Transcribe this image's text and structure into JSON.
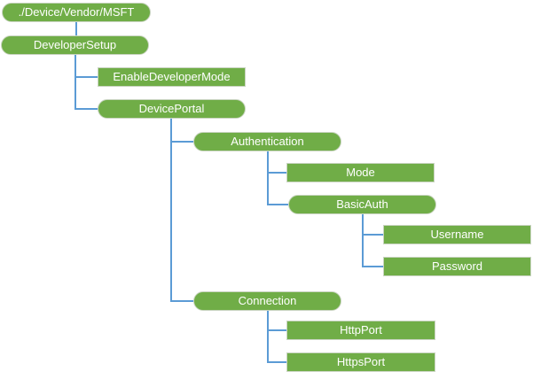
{
  "diagram": {
    "type": "tree",
    "colors": {
      "node_fill": "#70AD47",
      "node_border": "#C9D4C1",
      "node_text": "#FFFFFF",
      "connector": "#5B9BD5"
    },
    "nodes": [
      {
        "id": "root",
        "label": "./Device/Vendor/MSFT",
        "shape": "rounded",
        "parent": null
      },
      {
        "id": "developersetup",
        "label": "DeveloperSetup",
        "shape": "rounded",
        "parent": "root"
      },
      {
        "id": "enabledevelopermode",
        "label": "EnableDeveloperMode",
        "shape": "rect",
        "parent": "developersetup"
      },
      {
        "id": "deviceportal",
        "label": "DevicePortal",
        "shape": "rounded",
        "parent": "developersetup"
      },
      {
        "id": "authentication",
        "label": "Authentication",
        "shape": "rounded",
        "parent": "deviceportal"
      },
      {
        "id": "mode",
        "label": "Mode",
        "shape": "rect",
        "parent": "authentication"
      },
      {
        "id": "basicauth",
        "label": "BasicAuth",
        "shape": "rounded",
        "parent": "authentication"
      },
      {
        "id": "username",
        "label": "Username",
        "shape": "rect",
        "parent": "basicauth"
      },
      {
        "id": "password",
        "label": "Password",
        "shape": "rect",
        "parent": "basicauth"
      },
      {
        "id": "connection",
        "label": "Connection",
        "shape": "rounded",
        "parent": "deviceportal"
      },
      {
        "id": "httpport",
        "label": "HttpPort",
        "shape": "rect",
        "parent": "connection"
      },
      {
        "id": "httpsport",
        "label": "HttpsPort",
        "shape": "rect",
        "parent": "connection"
      }
    ]
  }
}
